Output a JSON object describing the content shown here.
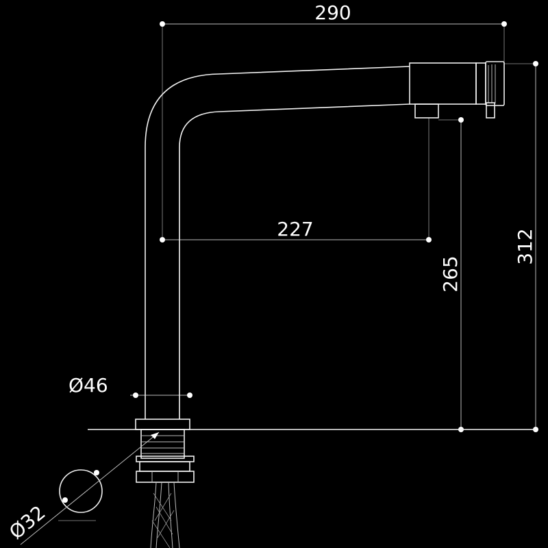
{
  "dimensions": {
    "width_290": "290",
    "reach_227": "227",
    "height_265": "265",
    "height_312": "312",
    "dia_46": "Ø46",
    "dia_32": "Ø32"
  },
  "colors": {
    "background": "#000000",
    "line": "#f2f2f2",
    "text": "#ffffff"
  }
}
